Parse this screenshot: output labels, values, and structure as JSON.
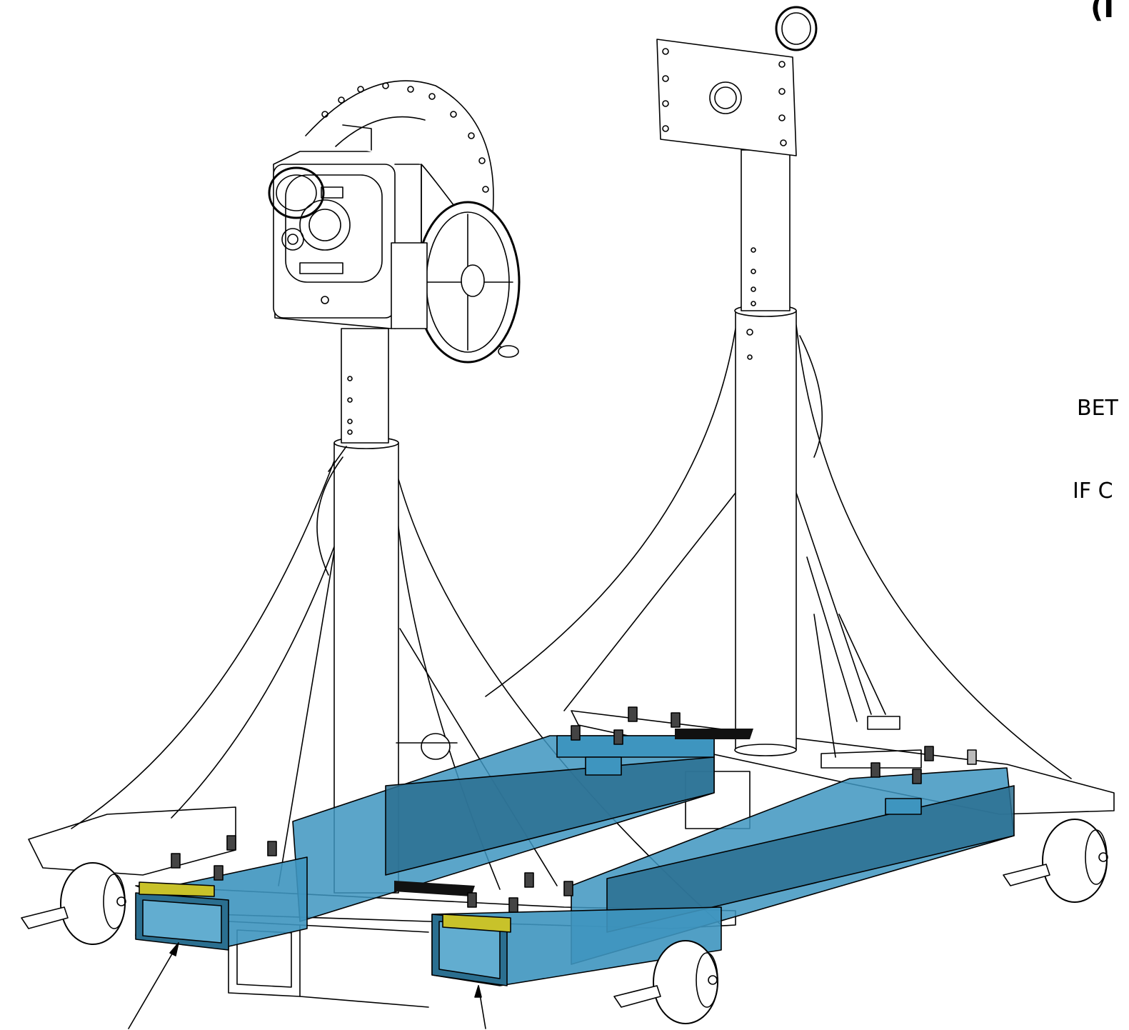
{
  "labels": {
    "top_paren": "(I",
    "line_bet": "BET",
    "line_if": "IF C"
  },
  "colors": {
    "highlight_blue": "#3e95bf",
    "highlight_blue_dark": "#2b6f90",
    "highlight_yellow": "#c8c22a",
    "line": "#000000",
    "background": "#ffffff"
  },
  "icons": [
    "lifting-ring-icon",
    "handwheel-icon",
    "caster-wheel-icon",
    "leader-arrow-icon"
  ]
}
